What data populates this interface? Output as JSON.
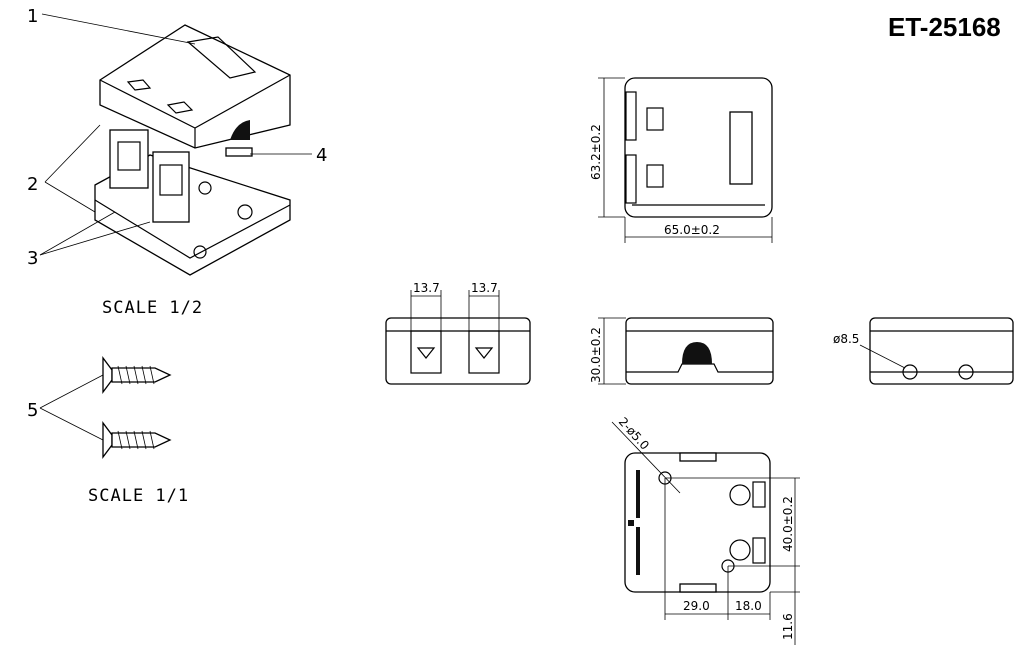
{
  "title": "ET-25168",
  "callouts": [
    "1",
    "2",
    "3",
    "4",
    "5"
  ],
  "scales": {
    "assembly": "SCALE 1/2",
    "screws": "SCALE 1/1"
  },
  "dimensions": {
    "top_height": "63.2±0.2",
    "top_width": "65.0±0.2",
    "port_width_1": "13.7",
    "port_width_2": "13.7",
    "side_height": "30.0±0.2",
    "knockout_dia": "ø8.5",
    "mount_holes": "2-ø5.0",
    "hole_spacing_v": "40.0±0.2",
    "hole_offset_x": "29.0",
    "hole_offset_x2": "18.0",
    "hole_offset_y": "11.6"
  }
}
